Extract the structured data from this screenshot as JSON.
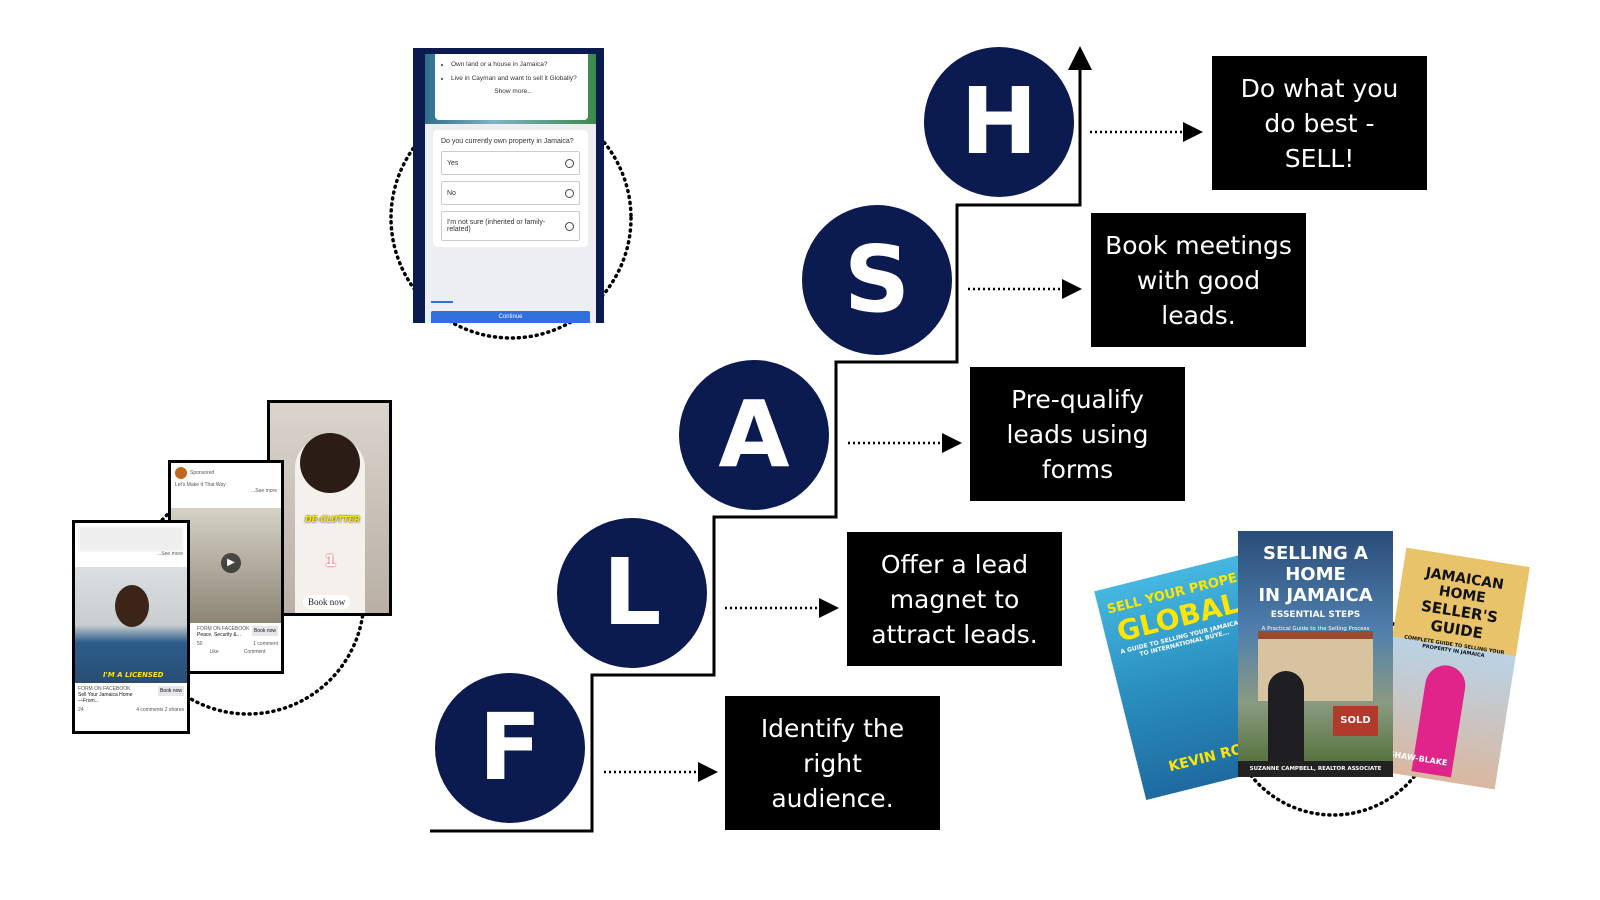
{
  "steps": [
    {
      "letter": "H",
      "text": "Do what you do best - SELL!"
    },
    {
      "letter": "S",
      "text": "Book meetings with good leads."
    },
    {
      "letter": "A",
      "text": "Pre-qualify leads using forms"
    },
    {
      "letter": "L",
      "text": "Offer a lead magnet to attract leads."
    },
    {
      "letter": "F",
      "text": "Identify the right audience."
    }
  ],
  "form": {
    "bullets": [
      "Own land or a house in Jamaica?",
      "Live in Cayman and want to sell it Globally?"
    ],
    "show_more": "Show more...",
    "question": "Do you currently own property in Jamaica?",
    "options": [
      "Yes",
      "No",
      "I'm not sure (inherited or family-related)"
    ],
    "continue": "Continue"
  },
  "ads": {
    "ad1": {
      "see_more": "...See more",
      "caption": "I'M A LICENSED",
      "form_label": "FORM ON FACEBOOK",
      "title": "Sell Your Jamaica Home—From...",
      "cta": "Book now",
      "reactions": "24",
      "stats": "4 comments  2 shares"
    },
    "ad2": {
      "sponsored": "Sponsored",
      "body": "Let's Make It That Way",
      "see_more": "...See more",
      "form_label": "FORM ON FACEBOOK",
      "title": "Peace, Security &...",
      "cta": "Book now",
      "reactions": "50",
      "stats": "1 comment",
      "like": "Like",
      "comment": "Comment"
    },
    "ad3": {
      "overlay": "DE-CLUTTER",
      "number": "1",
      "cta": "Book now"
    }
  },
  "books": [
    {
      "line1": "SELL YOUR PROPE",
      "line2": "GLOBAL",
      "sub": "A GUIDE TO SELLING YOUR JAMAICA... TO INTERNATIONAL BUYE...",
      "author": "KEVIN RO"
    },
    {
      "line1": "SELLING A HOME",
      "line2": "IN JAMAICA",
      "sub": "ESSENTIAL STEPS",
      "tagline": "A Practical Guide to the Selling Process",
      "sign": "SOLD",
      "author": "SUZANNE CAMPBELL, REALTOR ASSOCIATE"
    },
    {
      "line1": "JAMAICAN HOME",
      "line2": "SELLER'S GUIDE",
      "sub": "COMPLETE GUIDE TO SELLING YOUR PROPERTY IN JAMAICA",
      "author": "SHAW-BLAKE"
    }
  ],
  "colors": {
    "navy": "#0b1a4f",
    "box": "#000000"
  }
}
